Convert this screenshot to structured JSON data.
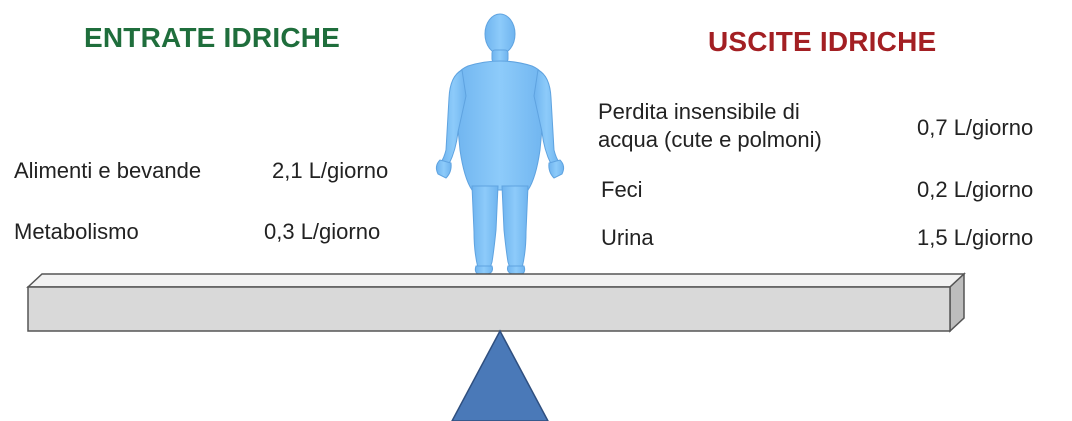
{
  "intake": {
    "title": "ENTRATE IDRICHE",
    "color": "#1f6e3c",
    "items": [
      {
        "label": "Alimenti e bevande",
        "value": "2,1 L/giorno"
      },
      {
        "label": "Metabolismo",
        "value": "0,3 L/giorno"
      }
    ]
  },
  "output": {
    "title": "USCITE IDRICHE",
    "color": "#a31f23",
    "items": [
      {
        "label_line1": "Perdita insensibile di",
        "label_line2": "acqua (cute e polmoni)",
        "value": "0,7 L/giorno"
      },
      {
        "label": "Feci",
        "value": "0,2 L/giorno"
      },
      {
        "label": "Urina",
        "value": "1,5 L/giorno"
      }
    ]
  },
  "figure": {
    "icon": "human-figure-icon",
    "color": "#7cc0f5"
  },
  "balance": {
    "beam_icon": "balance-beam",
    "beam_color": "#d9d9d9",
    "fulcrum_icon": "fulcrum-triangle",
    "fulcrum_color": "#4a79b8"
  }
}
